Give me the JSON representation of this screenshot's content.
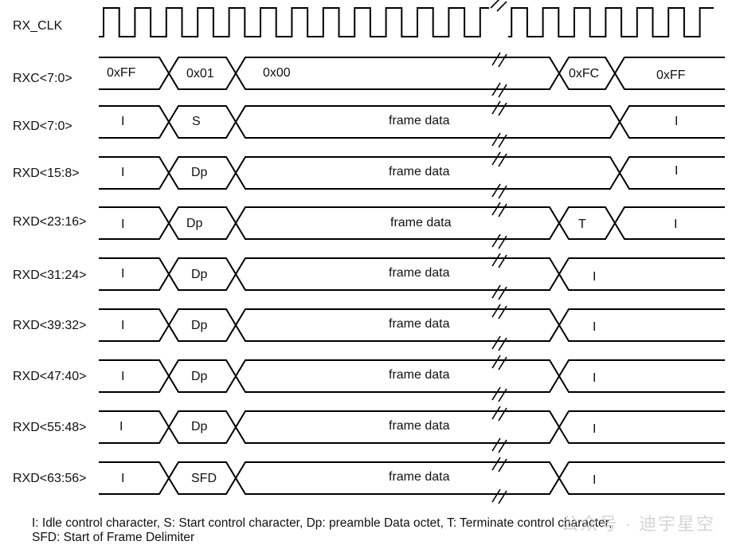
{
  "clock": {
    "label": "RX_CLK"
  },
  "signals": [
    {
      "label": "RXC<7:0>",
      "values": [
        "0xFF",
        "0x01",
        "0x00",
        "0xFC",
        "0xFF"
      ]
    },
    {
      "label": "RXD<7:0>",
      "values": [
        "I",
        "S",
        "frame data",
        "I"
      ]
    },
    {
      "label": "RXD<15:8>",
      "values": [
        "I",
        "Dp",
        "frame data",
        "I"
      ]
    },
    {
      "label": "RXD<23:16>",
      "values": [
        "I",
        "Dp",
        "frame data",
        "T",
        "I"
      ]
    },
    {
      "label": "RXD<31:24>",
      "values": [
        "I",
        "Dp",
        "frame data",
        "I"
      ]
    },
    {
      "label": "RXD<39:32>",
      "values": [
        "I",
        "Dp",
        "frame data",
        "I"
      ]
    },
    {
      "label": "RXD<47:40>",
      "values": [
        "I",
        "Dp",
        "frame data",
        "I"
      ]
    },
    {
      "label": "RXD<55:48>",
      "values": [
        "I",
        "Dp",
        "frame data",
        "I"
      ]
    },
    {
      "label": "RXD<63:56>",
      "values": [
        "I",
        "SFD",
        "frame data",
        "I"
      ]
    }
  ],
  "legend": {
    "line1": "I: Idle control character, S: Start control character, Dp: preamble Data octet, T: Terminate control character,",
    "line2": "SFD: Start of Frame Delimiter"
  },
  "watermark": "公众号 · 迪宇星空"
}
